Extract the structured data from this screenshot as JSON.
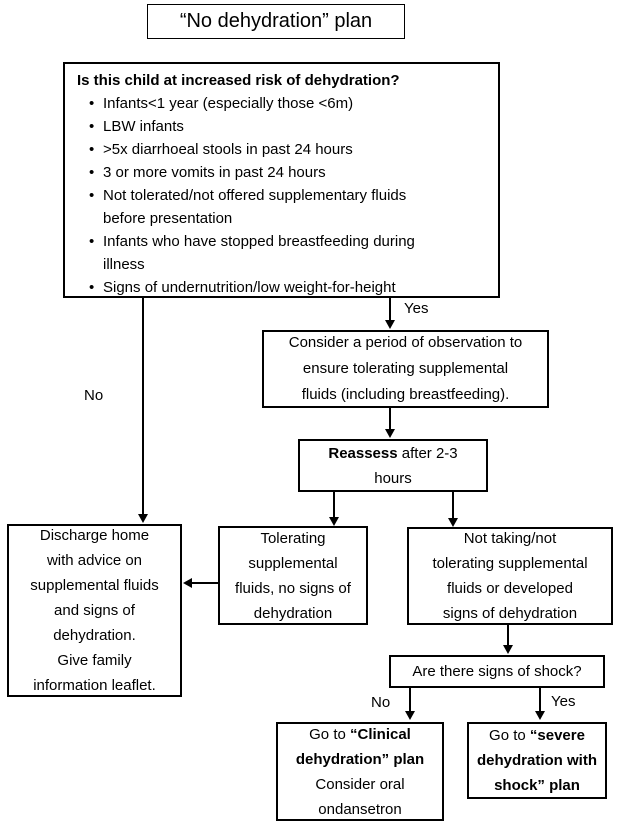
{
  "title": "“No dehydration” plan",
  "risk": {
    "header": "Is this child at increased risk of dehydration?",
    "bullets": [
      "Infants<1 year (especially those <6m)",
      "LBW infants",
      ">5x diarrhoeal stools in past 24 hours",
      "3 or more vomits in past 24 hours",
      "Not tolerated/not offered supplementary fluids\nbefore presentation",
      "Infants who have stopped breastfeeding during\nillness",
      "Signs of undernutrition/low weight-for-height"
    ]
  },
  "branch_labels": {
    "yes_risk": "Yes",
    "no_risk": "No",
    "no_shock": "No",
    "yes_shock": "Yes"
  },
  "observation": {
    "l1": "Consider a period of observation to",
    "l2": "ensure tolerating supplemental",
    "l3": "fluids (including breastfeeding)."
  },
  "reassess": {
    "bold": "Reassess",
    "rest": " after 2-3",
    "l2": "hours"
  },
  "discharge": {
    "l1": "Discharge home",
    "l2": "with advice on",
    "l3": "supplemental fluids",
    "l4": "and signs of",
    "l5": "dehydration.",
    "l6": "Give family",
    "l7": "information leaflet."
  },
  "tolerating": {
    "l1": "Tolerating",
    "l2": "supplemental",
    "l3": "fluids, no signs of",
    "l4": "dehydration"
  },
  "not_tolerating": {
    "l1": "Not taking/not",
    "l2": "tolerating supplemental",
    "l3": "fluids or developed",
    "l4": "signs of dehydration"
  },
  "shock": {
    "question": "Are there signs of shock?"
  },
  "clinical": {
    "l1a": "Go to ",
    "l1b": "“Clinical",
    "l2b": "dehydration” plan",
    "l3": "Consider oral",
    "l4": "ondansetron"
  },
  "severe": {
    "l1a": "Go to ",
    "l1b": "“severe",
    "l2b": "dehydration with",
    "l3b": "shock” plan"
  },
  "colors": {
    "line": "#000000",
    "background": "#ffffff",
    "text": "#000000"
  }
}
